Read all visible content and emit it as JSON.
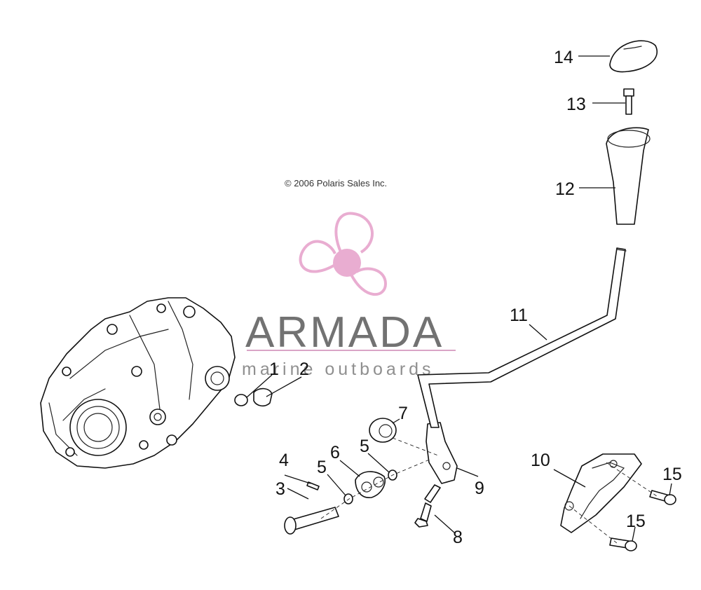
{
  "copyright": "© 2006 Polaris Sales Inc.",
  "watermark": {
    "name": "ARMADA",
    "tagline": "marine outboards",
    "brand_color": "#e8a9cf"
  },
  "callouts": {
    "c1": "1",
    "c2": "2",
    "c3": "3",
    "c4": "4",
    "c5a": "5",
    "c5b": "5",
    "c6": "6",
    "c7": "7",
    "c8": "8",
    "c9": "9",
    "c10": "10",
    "c11": "11",
    "c12": "12",
    "c13": "13",
    "c14": "14",
    "c15a": "15",
    "c15b": "15"
  }
}
